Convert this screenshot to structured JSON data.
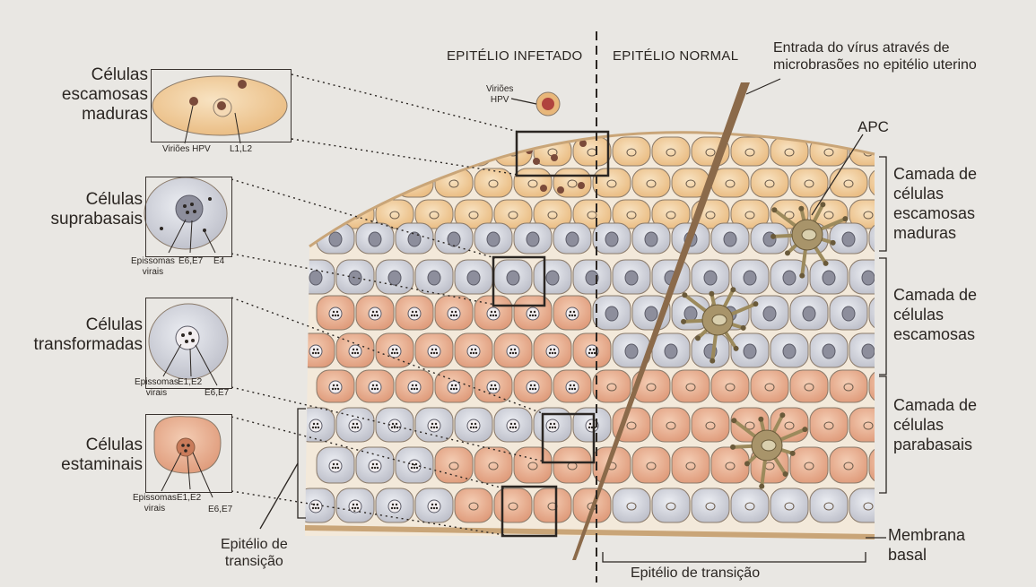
{
  "headers": {
    "infected": "EPITÉLIO INFETADO",
    "normal": "EPITÉLIO NORMAL"
  },
  "virus_entry": {
    "line1": "Entrada do vírus através de",
    "line2": "microbrasões no epitélio uterino"
  },
  "virion_legend": {
    "line1": "Viriões",
    "line2": "HPV"
  },
  "apc_label": "APC",
  "insets": [
    {
      "title_lines": [
        "Células",
        "escamosas",
        "maduras"
      ],
      "annotations": [
        "Viriões HPV",
        "L1,L2"
      ]
    },
    {
      "title_lines": [
        "Células",
        "suprabasais"
      ],
      "annotations": [
        "Epissomas",
        "virais",
        "E6,E7",
        "E4"
      ]
    },
    {
      "title_lines": [
        "Células",
        "transformadas"
      ],
      "annotations": [
        "Epissomas",
        "virais",
        "E1,E2",
        "E6,E7"
      ]
    },
    {
      "title_lines": [
        "Células",
        "estaminais"
      ],
      "annotations": [
        "Epissomas",
        "virais",
        "E1,E2",
        "E6,E7"
      ]
    }
  ],
  "layers": [
    {
      "lines": [
        "Camada de",
        "células",
        "escamosas",
        "maduras"
      ]
    },
    {
      "lines": [
        "Camada de",
        "células",
        "escamosas"
      ]
    },
    {
      "lines": [
        "Camada de",
        "células",
        "parabasais"
      ]
    }
  ],
  "membrane": {
    "line1": "Membrana",
    "line2": "basal"
  },
  "transition_left": {
    "line1": "Epitélio de",
    "line2": "transição"
  },
  "transition_bottom": "Epitélio de transição",
  "colors": {
    "mature_cell": "#eec68e",
    "squamous_cell": "#cfd0d6",
    "parabasal_cell": "#e7a98a",
    "outline": "#8a7a6a",
    "virion": "#b0433e",
    "apc": "#9c8a5c"
  }
}
